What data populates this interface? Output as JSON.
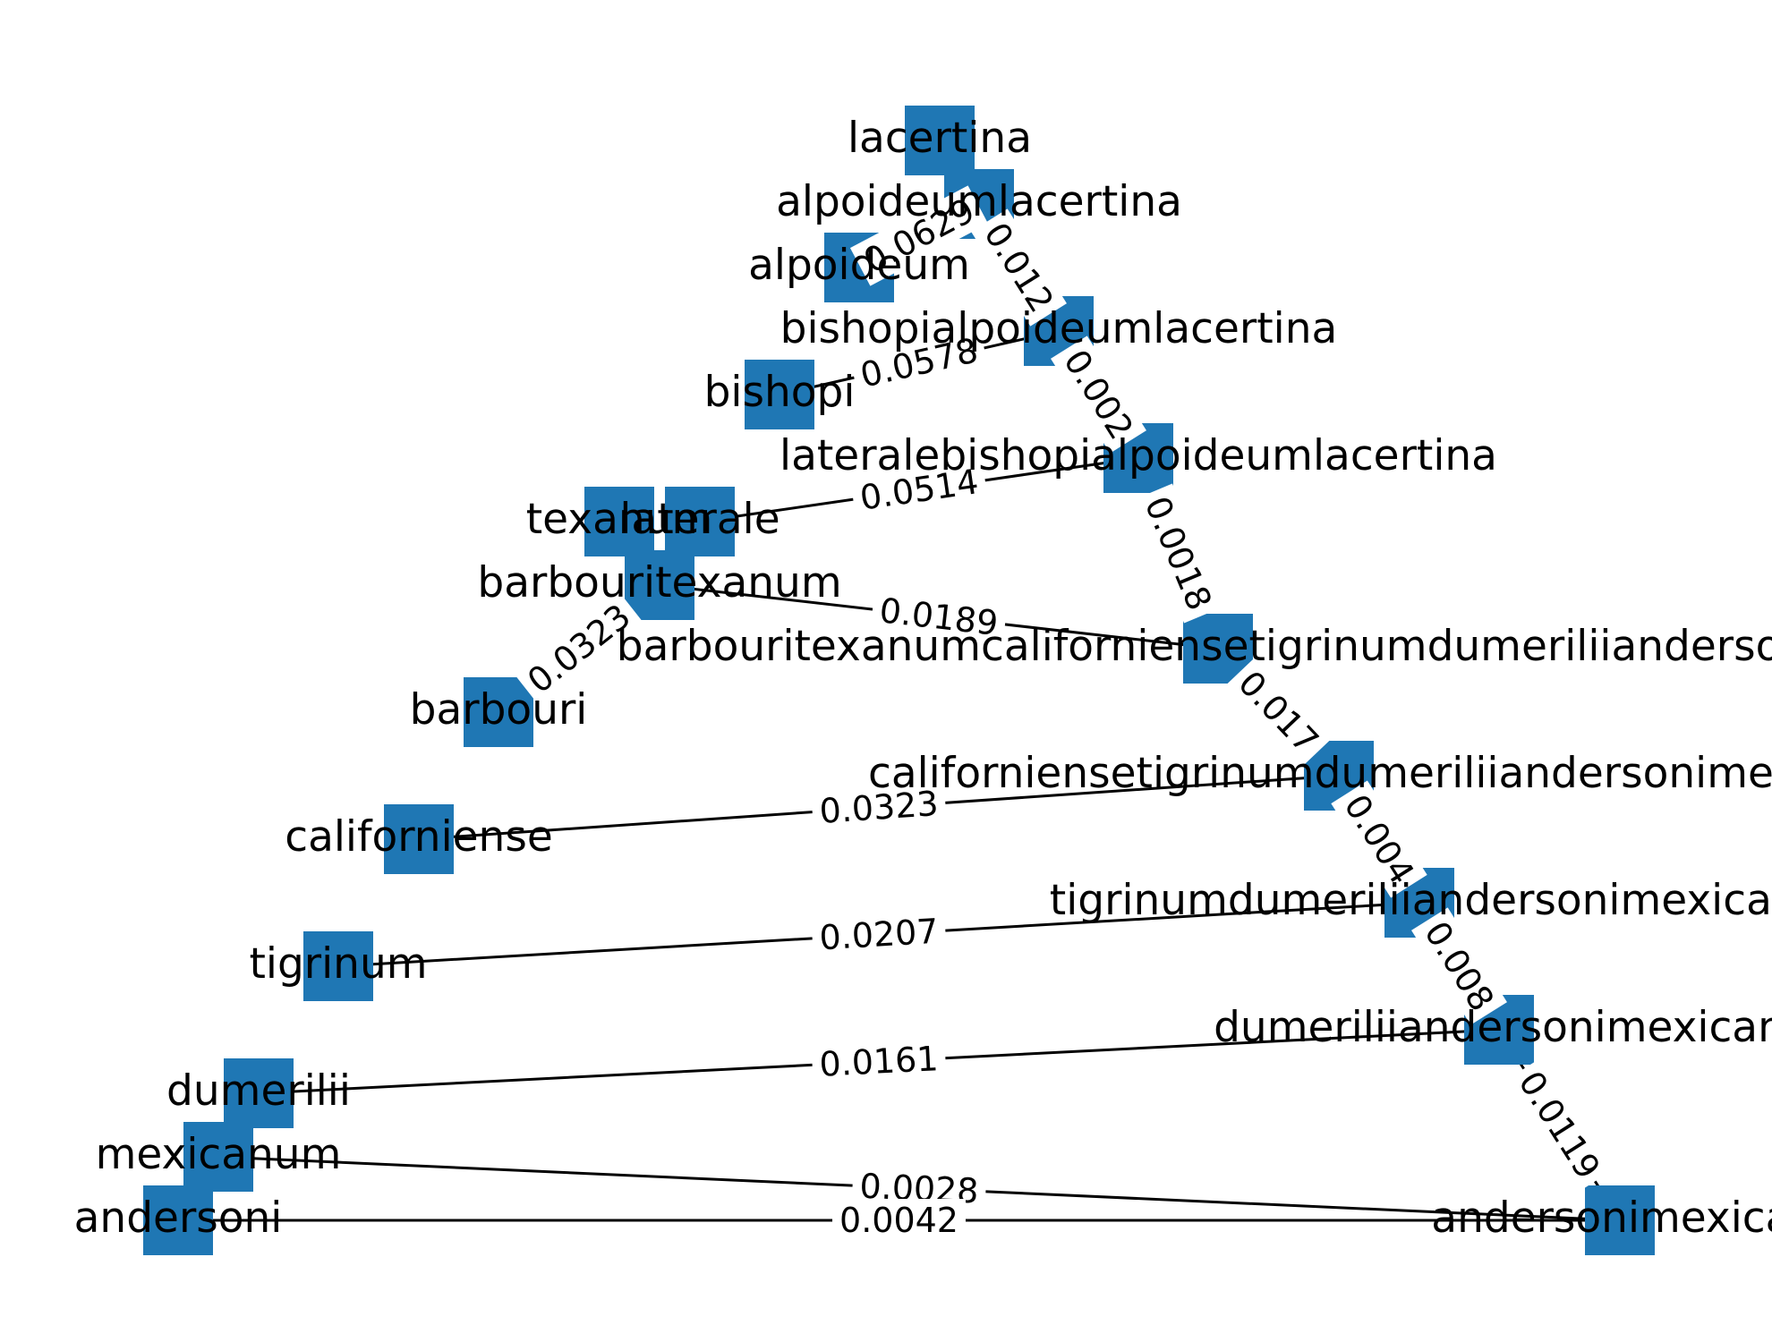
{
  "colors": {
    "node": "#1f77b4",
    "edge": "#000000",
    "label": "#000000",
    "background": "#ffffff"
  },
  "nodes": [
    {
      "id": "lacertina",
      "label": "lacertina"
    },
    {
      "id": "alpoideumlacertina",
      "label": "alpoideumlacertina"
    },
    {
      "id": "alpoideum",
      "label": "alpoideum"
    },
    {
      "id": "bishopialpoideumlacertina",
      "label": "bishopialpoideumlacertina"
    },
    {
      "id": "bishopi",
      "label": "bishopi"
    },
    {
      "id": "lateralebishopialpoideumlacertina",
      "label": "lateralebishopialpoideumlacertina"
    },
    {
      "id": "texanum",
      "label": "texanum"
    },
    {
      "id": "laterale",
      "label": "laterale"
    },
    {
      "id": "barbouritexanum",
      "label": "barbouritexanum"
    },
    {
      "id": "barbouritexanumcaliforniensetigrinumdumeriliiandersoni",
      "label": "barbouritexanumcaliforniensetigrinumdumeriliiandersoni"
    },
    {
      "id": "barbouri",
      "label": "barbouri"
    },
    {
      "id": "californiensetigrinumdumeriliiandersonimexi",
      "label": "californiensetigrinumdumeriliiandersonimexi"
    },
    {
      "id": "californiense",
      "label": "californiense"
    },
    {
      "id": "tigrinumdumeriliiandersonimexicar",
      "label": "tigrinumdumeriliiandersonimexicar"
    },
    {
      "id": "tigrinum",
      "label": "tigrinum"
    },
    {
      "id": "dumeriliiandersonimexican",
      "label": "dumeriliiandersonimexican"
    },
    {
      "id": "dumerilii",
      "label": "dumerilii"
    },
    {
      "id": "mexicanum",
      "label": "mexicanum"
    },
    {
      "id": "andersoni",
      "label": "andersoni"
    },
    {
      "id": "andersonimexicar",
      "label": "andersonimexicar"
    }
  ],
  "edges": [
    {
      "source": "lacertina",
      "target": "alpoideumlacertina",
      "label": ""
    },
    {
      "source": "alpoideum",
      "target": "alpoideumlacertina",
      "label": "0.0629"
    },
    {
      "source": "alpoideumlacertina",
      "target": "bishopialpoideumlacertina",
      "label": "0.012"
    },
    {
      "source": "bishopi",
      "target": "bishopialpoideumlacertina",
      "label": "0.0578"
    },
    {
      "source": "bishopialpoideumlacertina",
      "target": "lateralebishopialpoideumlacertina",
      "label": "0.002"
    },
    {
      "source": "laterale",
      "target": "lateralebishopialpoideumlacertina",
      "label": "0.0514"
    },
    {
      "source": "lateralebishopialpoideumlacertina",
      "target": "barbouritexanumcaliforniensetigrinumdumeriliiandersoni",
      "label": "0.0018"
    },
    {
      "source": "texanum",
      "target": "barbouritexanum",
      "label": ""
    },
    {
      "source": "barbouri",
      "target": "barbouritexanum",
      "label": "0.0323"
    },
    {
      "source": "barbouritexanum",
      "target": "barbouritexanumcaliforniensetigrinumdumeriliiandersoni",
      "label": "0.0189"
    },
    {
      "source": "barbouritexanumcaliforniensetigrinumdumeriliiandersoni",
      "target": "californiensetigrinumdumeriliiandersonimexi",
      "label": "0.017"
    },
    {
      "source": "californiense",
      "target": "californiensetigrinumdumeriliiandersonimexi",
      "label": "0.0323"
    },
    {
      "source": "californiensetigrinumdumeriliiandersonimexi",
      "target": "tigrinumdumeriliiandersonimexicar",
      "label": "0.004"
    },
    {
      "source": "tigrinum",
      "target": "tigrinumdumeriliiandersonimexicar",
      "label": "0.0207"
    },
    {
      "source": "tigrinumdumeriliiandersonimexicar",
      "target": "dumeriliiandersonimexican",
      "label": "0.008"
    },
    {
      "source": "dumerilii",
      "target": "dumeriliiandersonimexican",
      "label": "0.0161"
    },
    {
      "source": "dumeriliiandersonimexican",
      "target": "andersonimexicar",
      "label": "0.0119"
    },
    {
      "source": "mexicanum",
      "target": "andersonimexicar",
      "label": "0.0028"
    },
    {
      "source": "andersoni",
      "target": "andersonimexicar",
      "label": "0.0042"
    }
  ]
}
